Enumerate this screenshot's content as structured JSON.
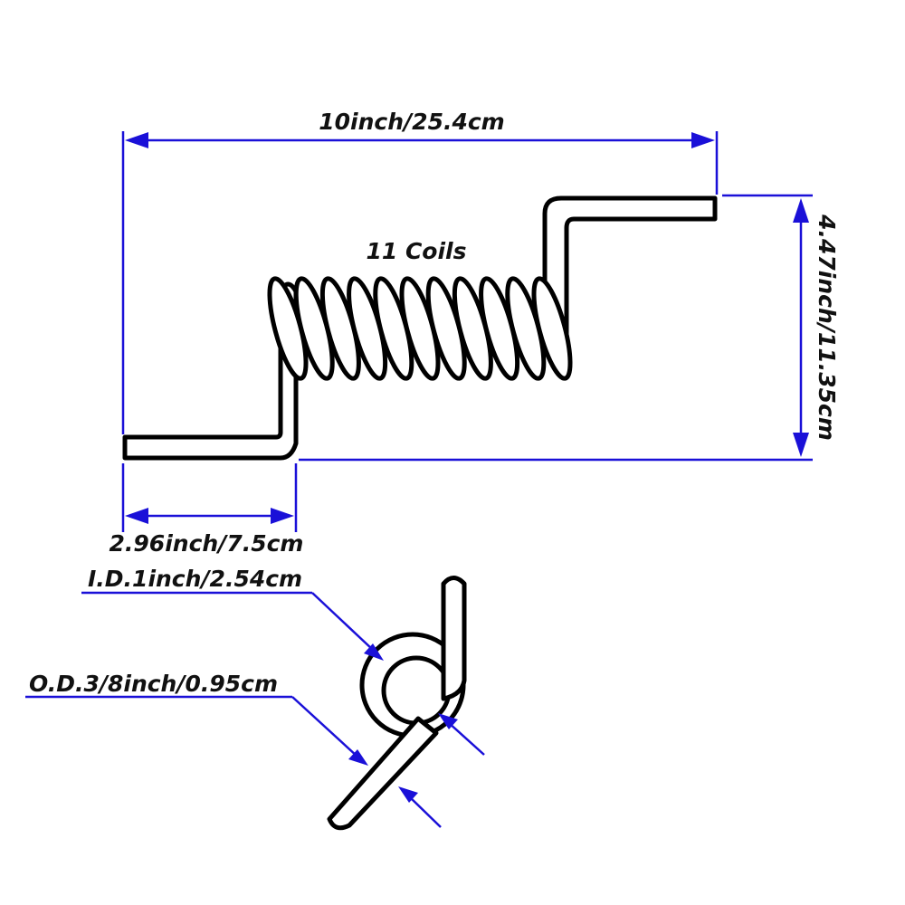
{
  "dimensions": {
    "length": "10inch/25.4cm",
    "height": "4.47inch/11.35cm",
    "leg_length": "2.96inch/7.5cm",
    "inner_diameter": "I.D.1inch/2.54cm",
    "outer_diameter": "O.D.3/8inch/0.95cm"
  },
  "coils_label": "11 Coils",
  "colors": {
    "dimension_lines": "#1a10d8",
    "spring": "#000000",
    "background": "#ffffff"
  }
}
